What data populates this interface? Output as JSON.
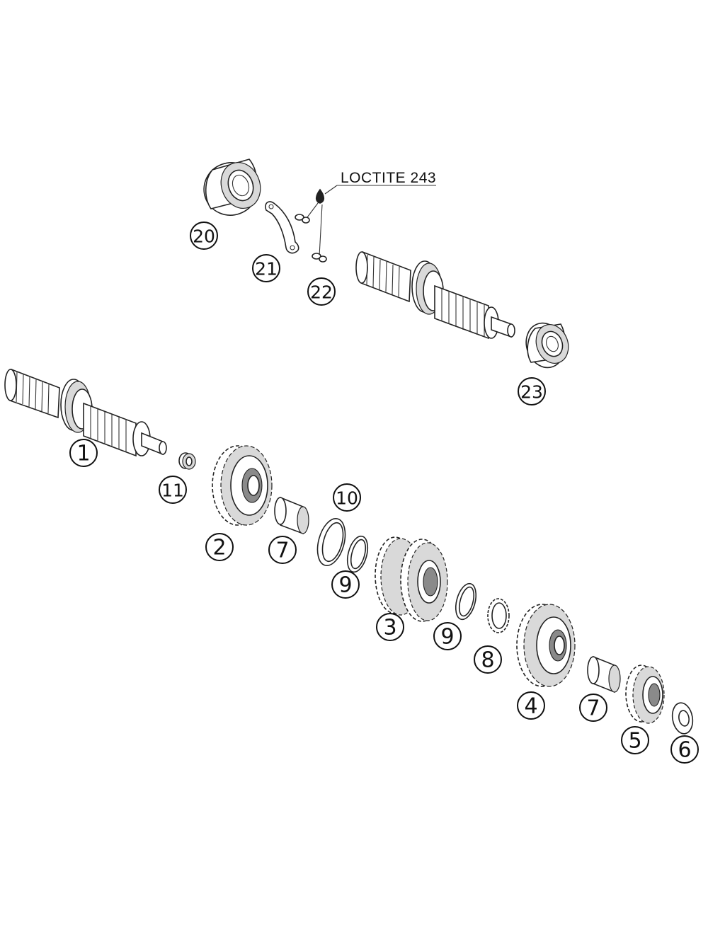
{
  "note": {
    "text": "LOCTITE 243"
  },
  "callouts": [
    "1",
    "2",
    "3",
    "4",
    "5",
    "6",
    "7",
    "7",
    "8",
    "9",
    "9",
    "10",
    "11",
    "20",
    "21",
    "22",
    "23"
  ]
}
